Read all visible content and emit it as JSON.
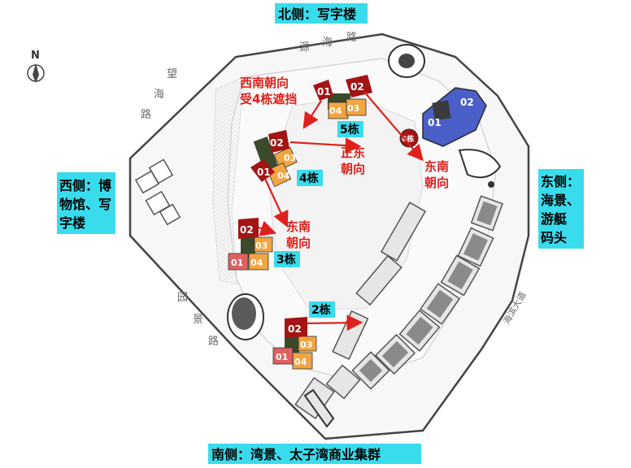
{
  "compass": {
    "letter": "N",
    "icon": "north-compass-icon"
  },
  "directions": {
    "north": "北侧：写字楼",
    "west_line1": "西侧：博",
    "west_line2": "物馆、写",
    "west_line3": "字楼",
    "east_line1": "东侧：",
    "east_line2": "海景、",
    "east_line3": "游艇",
    "east_line4": "码头",
    "south": "南侧：湾景、太子湾商业集群"
  },
  "roads": {
    "north": [
      "源",
      "海",
      "路"
    ],
    "west": [
      "望",
      "海",
      "路"
    ],
    "southwest": [
      "园",
      "景",
      "路"
    ],
    "east": "海滨大道"
  },
  "buildings": {
    "b5": "5栋",
    "b4": "4栋",
    "b3": "3栋",
    "b2": "2栋",
    "b6": "6栋"
  },
  "annotations": {
    "sw_line1": "西南朝向",
    "sw_line2": "受4栋遮挡",
    "due_east_line1": "正东",
    "due_east_line2": "朝向",
    "se_line1": "东南",
    "se_line2": "朝向",
    "east_line1": "东南",
    "east_line2": "朝向"
  },
  "units": {
    "u01": "01",
    "u02": "02",
    "u03": "03",
    "u04": "04"
  },
  "other_building_units": {
    "a": "02",
    "b": "01"
  },
  "colors": {
    "label_bg": "#39dcec",
    "arrow_red": "#e0201c",
    "unit_dark_red": "#a41414",
    "unit_orange": "#f2a540",
    "unit_pink": "#e06060",
    "office_blue": "#4a5fc8"
  }
}
